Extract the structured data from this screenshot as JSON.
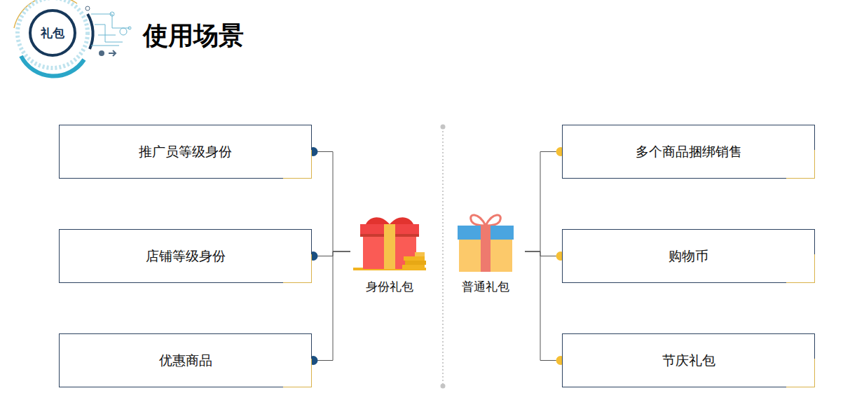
{
  "diagram": {
    "title": "使用场景",
    "nodes": [
      {
        "text": [
          "礼包"
        ]
      },
      {
        "text": [
          "推广员等级身份"
        ]
      },
      {
        "text": [
          "店铺等级身份"
        ]
      },
      {
        "text": [
          "优惠商品"
        ]
      },
      {
        "text": [
          "身份礼包"
        ]
      },
      {
        "text": [
          "普通礼包"
        ]
      },
      {
        "text": [
          "多个商品捆绑销售"
        ]
      },
      {
        "text": [
          "购物币"
        ]
      },
      {
        "text": [
          "节庆礼包"
        ]
      }
    ],
    "edges": [
      {
        "from": 1,
        "to": 4,
        "arrow": "none"
      },
      {
        "from": 2,
        "to": 4,
        "arrow": "none"
      },
      {
        "from": 3,
        "to": 4,
        "arrow": "none"
      },
      {
        "from": 5,
        "to": 6,
        "arrow": "none"
      },
      {
        "from": 5,
        "to": 7,
        "arrow": "none"
      },
      {
        "from": 5,
        "to": 8,
        "arrow": "none"
      }
    ]
  }
}
